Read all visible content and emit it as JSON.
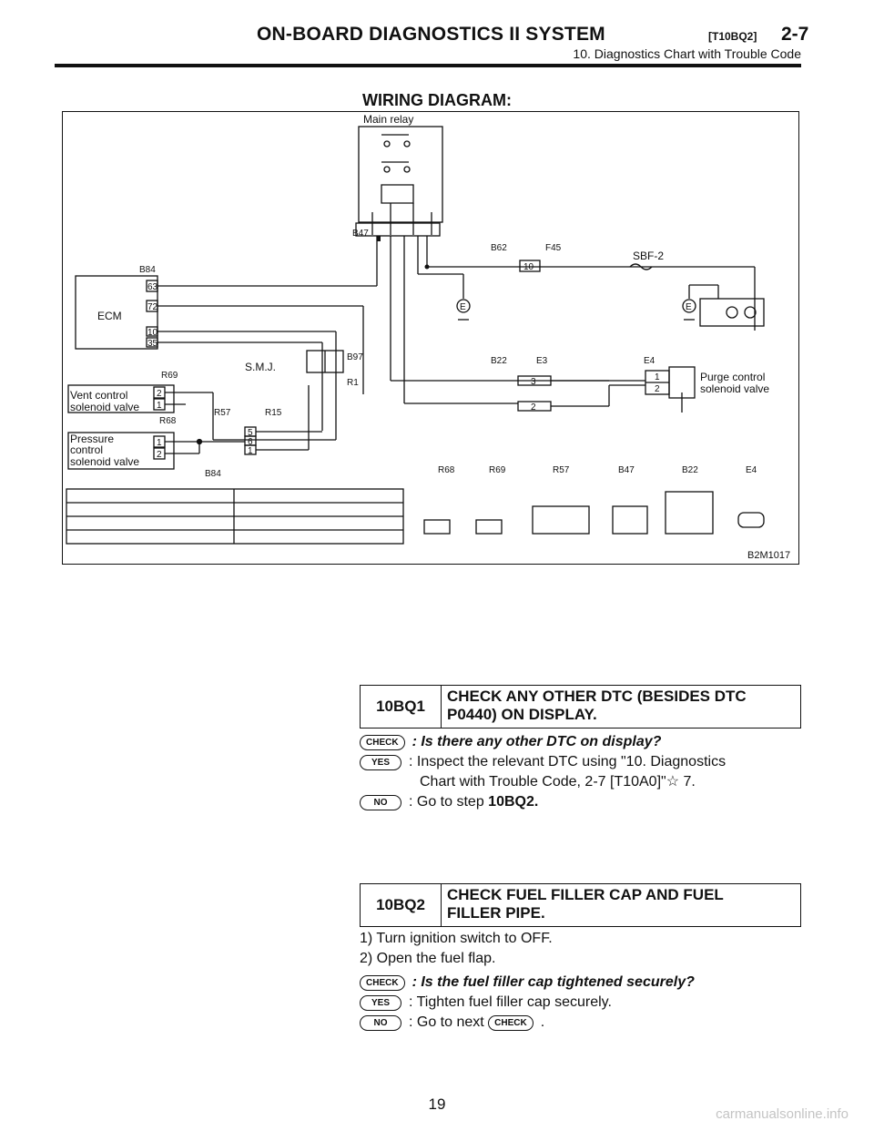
{
  "header": {
    "title": "ON-BOARD DIAGNOSTICS II SYSTEM",
    "code": "[T10BQ2]",
    "page_ref": "2-7",
    "subtitle": "10. Diagnostics Chart with Trouble Code"
  },
  "wiring_diagram": {
    "title": "WIRING DIAGRAM:",
    "figure_id": "B2M1017",
    "labels": {
      "main_relay": "Main relay",
      "ecm": "ECM",
      "smj": "S.M.J.",
      "sbf": "SBF-2",
      "vent_control_1": "Vent control",
      "vent_control_2": "solenoid valve",
      "pressure_1": "Pressure",
      "pressure_2": "control",
      "pressure_3": "solenoid valve",
      "purge_1": "Purge control",
      "purge_2": "solenoid valve"
    },
    "connectors": [
      "B47",
      "B84",
      "B62",
      "F45",
      "B97",
      "R1",
      "R69",
      "R68",
      "R57",
      "R15",
      "B22",
      "E3",
      "E4",
      "E"
    ],
    "bottom_connectors": [
      "B84",
      "R68",
      "R69",
      "R57",
      "B47",
      "B22",
      "E4"
    ],
    "pins": {
      "ecm_a": "63",
      "ecm_b": "72",
      "ecm_c": "10",
      "ecm_d": "35",
      "sbf_pin": "10",
      "vent_a": "2",
      "vent_b": "1",
      "press_a": "1",
      "press_b": "2",
      "smj_a": "5",
      "smj_b": "6",
      "smj_c": "1",
      "purge_a": "1",
      "purge_b": "2",
      "e3_a": "3",
      "e3_b": "2"
    }
  },
  "steps": [
    {
      "id": "10BQ1",
      "title_line1": "CHECK ANY OTHER DTC (BESIDES DTC",
      "title_line2": "P0440) ON DISPLAY.",
      "check_label": "CHECK",
      "check_q": ": Is there any other DTC on display?",
      "yes_label": "YES",
      "yes_line1": ": Inspect the relevant DTC using \"10. Diagnostics",
      "yes_line2": "Chart with Trouble Code, 2-7 [T10A0]\"☆ 7.",
      "no_label": "NO",
      "no_text": ": Go to step",
      "no_target": "10BQ2."
    },
    {
      "id": "10BQ2",
      "title_line1": "CHECK FUEL FILLER CAP AND FUEL",
      "title_line2": "FILLER PIPE.",
      "item1": "1) Turn ignition switch to OFF.",
      "item2": "2) Open the fuel flap.",
      "check_label": "CHECK",
      "check_q": ": Is the fuel filler cap tightened securely?",
      "yes_label": "YES",
      "yes_text": ": Tighten fuel filler cap securely.",
      "no_label": "NO",
      "no_text": ": Go to next",
      "no_target_label": "CHECK",
      "no_end": "."
    }
  ],
  "page_number": "19",
  "watermark": "carmanualsonline.info"
}
